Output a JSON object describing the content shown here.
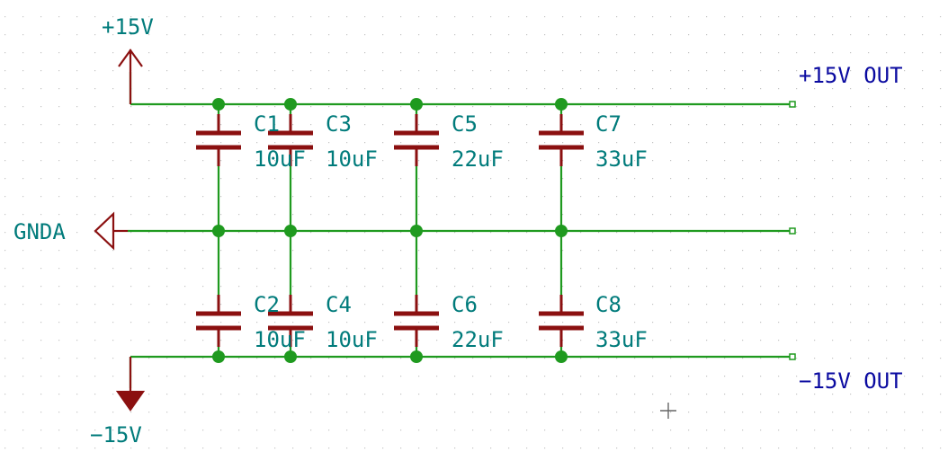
{
  "colors": {
    "background": "#ffffff",
    "grid_dot": "#c4c4c4",
    "wire": "#1f9a1f",
    "junction": "#1f9a1f",
    "component": "#8b1010",
    "reference_text": "#007b7b",
    "power_text": "#007b7b",
    "port_text": "#0a0aa0",
    "cursor": "#666666"
  },
  "power_symbols": {
    "positive": {
      "label": "+15V",
      "icon": "arrow-up-icon"
    },
    "ground": {
      "label": "GNDA",
      "icon": "ground-arrow-icon"
    },
    "negative": {
      "label": "−15V",
      "icon": "filled-arrow-down-icon"
    }
  },
  "ports": {
    "positive_out": "+15V OUT",
    "negative_out": "−15V OUT"
  },
  "capacitors": [
    {
      "ref": "C1",
      "value": "10uF"
    },
    {
      "ref": "C2",
      "value": "10uF"
    },
    {
      "ref": "C3",
      "value": "10uF"
    },
    {
      "ref": "C4",
      "value": "10uF"
    },
    {
      "ref": "C5",
      "value": "22uF"
    },
    {
      "ref": "C6",
      "value": "22uF"
    },
    {
      "ref": "C7",
      "value": "33uF"
    },
    {
      "ref": "C8",
      "value": "33uF"
    }
  ]
}
